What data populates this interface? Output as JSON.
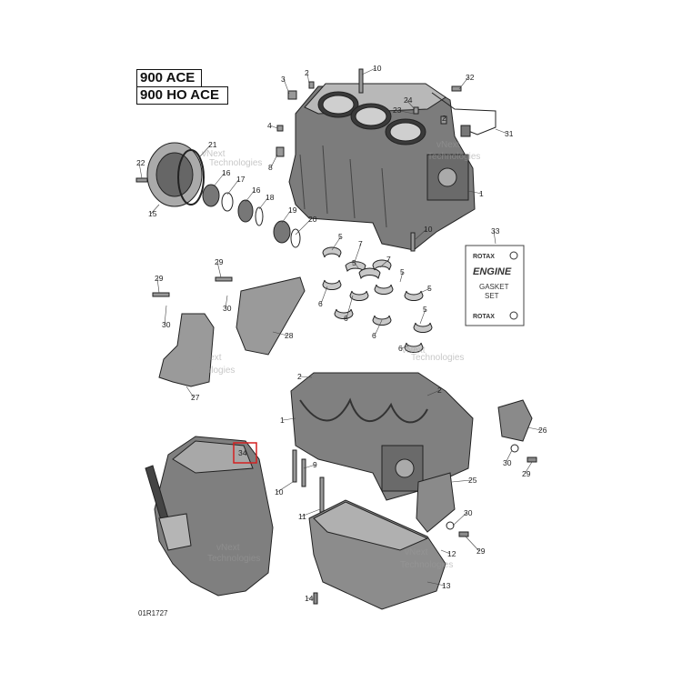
{
  "titles": [
    "900 ACE",
    "900 HO ACE"
  ],
  "diagram_code": "01R1727",
  "highlight_label": "34",
  "watermark": {
    "line1": "vNext",
    "line2": "Technologies"
  },
  "gasket_kit": {
    "brand_top": "ROTAX",
    "script_text": "ENGINE",
    "line1": "GASKET",
    "line2": "SET",
    "brand_bottom": "ROTAX"
  },
  "callouts": [
    "3",
    "2",
    "10",
    "32",
    "24",
    "23",
    "2",
    "4",
    "31",
    "21",
    "22",
    "16",
    "17",
    "16",
    "18",
    "8",
    "1",
    "15",
    "19",
    "20",
    "5",
    "7",
    "10",
    "33",
    "5",
    "7",
    "29",
    "29",
    "5",
    "5",
    "6",
    "30",
    "6",
    "30",
    "6",
    "5",
    "6",
    "28",
    "27",
    "2",
    "2",
    "1",
    "26",
    "30",
    "29",
    "9",
    "10",
    "25",
    "11",
    "30",
    "29",
    "12",
    "13",
    "14"
  ]
}
